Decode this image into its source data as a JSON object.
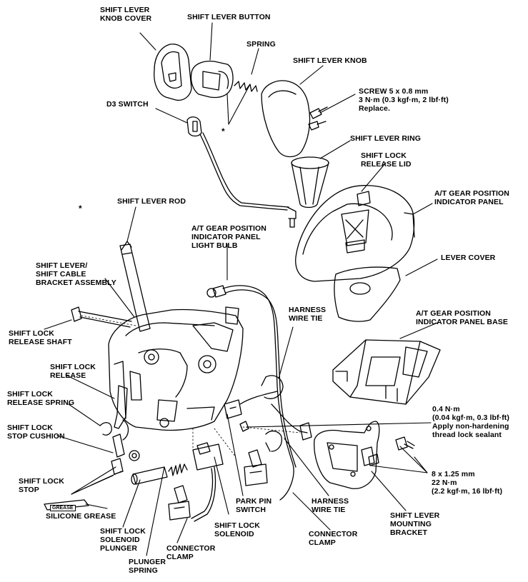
{
  "labels": {
    "shift_lever_knob_cover": "SHIFT LEVER\nKNOB COVER",
    "shift_lever_button": "SHIFT LEVER BUTTON",
    "spring": "SPRING",
    "shift_lever_knob": "SHIFT LEVER KNOB",
    "screw": "SCREW 5 x 0.8 mm\n3 N·m (0.3 kgf·m, 2 lbf·ft)\nReplace.",
    "d3_switch": "D3 SWITCH",
    "shift_lever_ring": "SHIFT LEVER RING",
    "shift_lock_release_lid": "SHIFT LOCK\nRELEASE LID",
    "at_gear_position_indicator_panel": "A/T GEAR POSITION\nINDICATOR PANEL",
    "shift_lever_rod": "SHIFT LEVER ROD",
    "indicator_panel_light_bulb": "A/T GEAR POSITION\nINDICATOR PANEL\nLIGHT BULB",
    "lever_cover": "LEVER COVER",
    "shift_lever_bracket_assembly": "SHIFT LEVER/\nSHIFT CABLE\nBRACKET ASSEMBLY",
    "harness_wire_tie_upper": "HARNESS\nWIRE TIE",
    "at_gear_position_indicator_panel_base": "A/T GEAR POSITION\nINDICATOR PANEL BASE",
    "shift_lock_release_shaft": "SHIFT LOCK\nRELEASE SHAFT",
    "shift_lock_release": "SHIFT LOCK\nRELEASE",
    "shift_lock_release_spring": "SHIFT LOCK\nRELEASE SPRING",
    "shift_lock_stop_cushion": "SHIFT LOCK\nSTOP CUSHION",
    "torque_04": "0.4 N·m\n(0.04 kgf·m, 0.3 lbf·ft)\nApply non-hardening\nthread lock sealant",
    "shift_lock_stop": "SHIFT LOCK\nSTOP",
    "silicone_grease": "SILICONE GREASE",
    "grease_tag": "GREASE",
    "bolt_8x125": "8 x 1.25 mm\n22 N·m\n(2.2 kgf·m, 16 lbf·ft)",
    "park_pin_switch": "PARK PIN\nSWITCH",
    "harness_wire_tie_lower": "HARNESS\nWIRE TIE",
    "shift_lever_mounting_bracket": "SHIFT LEVER\nMOUNTING\nBRACKET",
    "shift_lock_solenoid_plunger": "SHIFT LOCK\nSOLENOID\nPLUNGER",
    "shift_lock_solenoid": "SHIFT LOCK\nSOLENOID",
    "connector_clamp_upper": "CONNECTOR\nCLAMP",
    "connector_clamp_lower": "CONNECTOR\nCLAMP",
    "plunger_spring": "PLUNGER\nSPRING",
    "asterisk_top": "*",
    "asterisk_left": "*"
  }
}
